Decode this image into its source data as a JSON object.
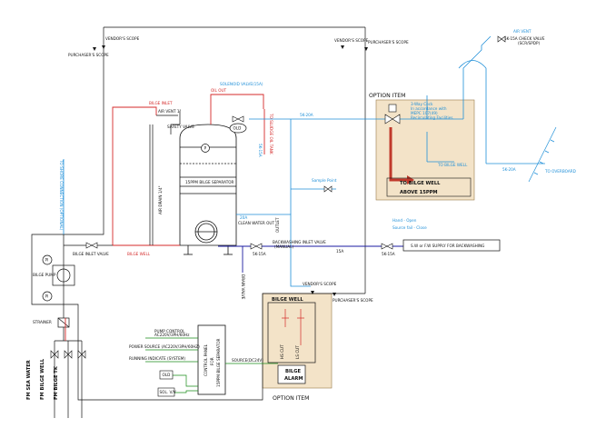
{
  "labels": {
    "vendor_scope_1": "VENDOR'S SCOPE",
    "purchaser_scope_1": "PURCHASER'S SCOPE",
    "vendor_scope_2": "VENDOR'S SCOPE",
    "purchaser_scope_2": "PURCHASER'S SCOPE",
    "vendor_scope_3": "VENDOR'S SCOPE",
    "purchaser_scope_3": "PURCHASER'S SCOPE",
    "bilge_inlet": "BILGE INLET",
    "air_vent_1": "AIR VENT 1\"",
    "safety_valve": "SAFETY VALVE",
    "oil_out": "OIL OUT",
    "solenoid_valve": "SOLENOID VALVE(15A)",
    "to_sludge_tank": "TO SLUDGE OIL TANK",
    "oil_detector": "OLD",
    "separator_name": "15PPM BILGE SEPARATOR",
    "line_5k20a_top": "5K-20A",
    "line_5k20a_overboard": "5K-20A",
    "air_drain": "AIR DRAIN 1/4\"",
    "to_shore": "TO SHORE CONNECTION (OPTIONAL)",
    "sample_point": "Sample Point",
    "clean_water_out": "CLEAN WATER OUT",
    "outlet": "OUTLET",
    "size_20a": "20A",
    "bilge_inlet_valve": "BILGE INLET VALVE",
    "bilge_well_left": "BILGE WELL",
    "backwashing_inlet_valve": "BACKWASHING INLET VALVE",
    "manual": "(MANUAL)",
    "line_5k15a_1": "5K-15A",
    "line_5k15a_2": "5K-15A",
    "line_5k15a_3": "5K-15A",
    "size_15a": "15A",
    "drain_valve": "DRAIN VALVE",
    "sw_fw_supply": "S.W or F.W SUPPLY FOR BACKWASHING",
    "hand_open": "Hand - Open",
    "source_fail_close": "Source fail - Close",
    "option_item_1": "OPTION ITEM",
    "three_way_cock": "3-Way Cock",
    "accordance_1": "In accordance with",
    "accordance_2": "MEPC 107(49)",
    "accordance_3": "Recirculating Facilities",
    "to_bilge_well_option": "TO BILGE WELL",
    "above_15ppm": "ABOVE 15PPM",
    "to_bilge_well_small": "TO BILGE WELL",
    "air_vent_top": "AIR VENT",
    "check_valve": "5K-15A  CHECK VALVE",
    "check_valve_sub": "(SCR/SPDP)",
    "to_overboard": "TO OVERBOARD",
    "bilge_pump": "BILGE PUMP",
    "pi_1": "PI",
    "pi_2": "PI",
    "strainer": "STRAINER",
    "fm_sea_water": "FM SEA WATER",
    "fm_bilge_well": "FM BILGE WELL",
    "fm_bilge_tk": "FM BILGE TK",
    "pump_control": "PUMP CONTROL",
    "pump_control_spec": "AC220V/3PH/60Hz",
    "power_source": "POWER SOURCE (AC220V/3PH/60HZ)",
    "running_indicate": "RUNNING INDICATE (SYSTEM)",
    "control_panel_1": "CONTROL PANEL",
    "control_panel_2": "FOR",
    "control_panel_3": "15PPM BILGE SEPARATOR",
    "source_24v": "SOURCE(DC24V)",
    "old_box": "OLD",
    "sol_valve": "SOL. V/V",
    "bilge_well_option": "BILGE WELL",
    "hs_cut": "HS CUT",
    "ls_cut": "LS CUT",
    "bilge_alarm_1": "BILGE",
    "bilge_alarm_2": "ALARM",
    "option_item_2": "OPTION ITEM",
    "pressure_gauge": "P"
  },
  "colors": {
    "line": "#111111",
    "clean_water": "#1f8fd8",
    "oil": "#d42a2a",
    "control": "#1a8d1a",
    "backwash": "#1a1aa0",
    "option_fill": "#f3e3c8",
    "option_line": "#c0392b"
  }
}
